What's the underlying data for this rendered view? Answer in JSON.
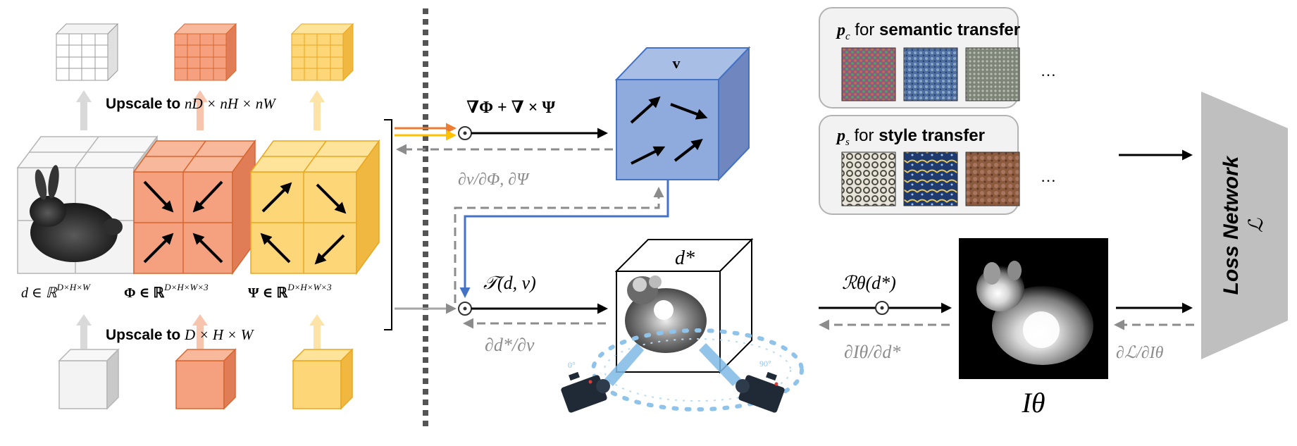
{
  "colors": {
    "gray_face": "#f1f1f1",
    "gray_side": "#bdbdbd",
    "orange_face": "#f5a07f",
    "orange_side": "#e07d57",
    "orange_edge": "#d8662f",
    "yellow_face": "#fdd678",
    "yellow_side": "#f0b741",
    "yellow_edge": "#e9a621",
    "blue_face": "#8faadc",
    "blue_side": "#6f86be",
    "blue_edge": "#4472c4",
    "arrow_orange": "#ed7d31",
    "arrow_yellow": "#ffc000",
    "arrow_blue": "#4472c4",
    "dash_gray": "#8c8c8c",
    "camera_dots": "#8fc3ea",
    "funnel": "#bfbfbf"
  },
  "left": {
    "upscale_top_prefix": "Upscale to ",
    "upscale_top_math": "nD × nH × nW",
    "upscale_bottom_prefix": "Upscale to ",
    "upscale_bottom_math": "D × H × W",
    "label_d": "d ∈ ℝ",
    "label_d_sup": "D×H×W",
    "label_phi": "Φ ∈ ℝ",
    "label_phi_sup": "D×H×W×3",
    "label_psi": "Ψ ∈ ℝ",
    "label_psi_sup": "D×H×W×3"
  },
  "middle": {
    "curl_eq": "∇Φ + ∇ × Ψ",
    "grad_v": "∂v/∂Φ, ∂Ψ",
    "v_label": "v",
    "transport_eq": "𝒯(d, v)",
    "grad_dstar": "∂d*/∂v",
    "dstar_label": "d*",
    "angle_left": "0°",
    "angle_right": "90°"
  },
  "right": {
    "semantic_prefix": "for ",
    "semantic_var": "p",
    "semantic_sub": "c",
    "semantic_suffix": "semantic transfer",
    "style_prefix": "for ",
    "style_var": "p",
    "style_sub": "s",
    "style_suffix": "style transfer",
    "ellipsis_1": "…",
    "ellipsis_2": "…",
    "render_eq": "ℛθ(d*)",
    "grad_render": "∂Iθ/∂d*",
    "loss_title": "Loss Network",
    "loss_symbol": "ℒ",
    "grad_loss": "∂ℒ/∂Iθ",
    "output_label": "Iθ"
  }
}
